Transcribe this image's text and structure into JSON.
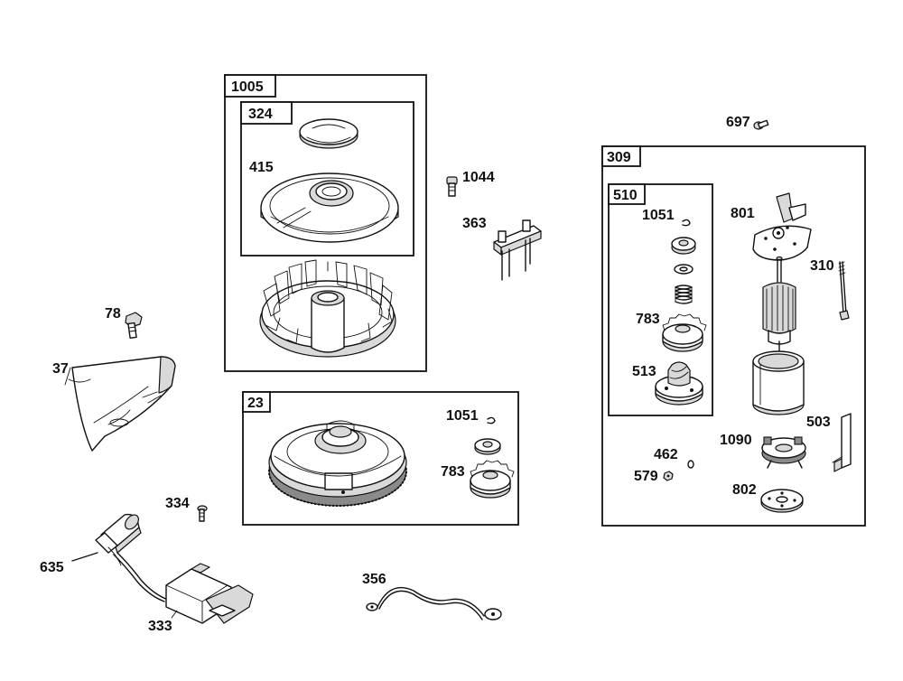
{
  "groups": {
    "g1005": "1005",
    "g324": "324",
    "g23": "23",
    "g309": "309",
    "g510": "510"
  },
  "parts": {
    "p415": "415",
    "p1044": "1044",
    "p363": "363",
    "p78": "78",
    "p37": "37",
    "p1051a": "1051",
    "p783a": "783",
    "p334": "334",
    "p635": "635",
    "p333": "333",
    "p356": "356",
    "p697": "697",
    "p1051b": "1051",
    "p801": "801",
    "p310": "310",
    "p783b": "783",
    "p513": "513",
    "p503": "503",
    "p1090": "1090",
    "p462": "462",
    "p579": "579",
    "p802": "802"
  },
  "icons": [
    "blower-housing-cap",
    "fan",
    "flywheel",
    "starter-motor",
    "ignition-coil",
    "ground-wire",
    "air-guide",
    "bolt",
    "screw"
  ]
}
